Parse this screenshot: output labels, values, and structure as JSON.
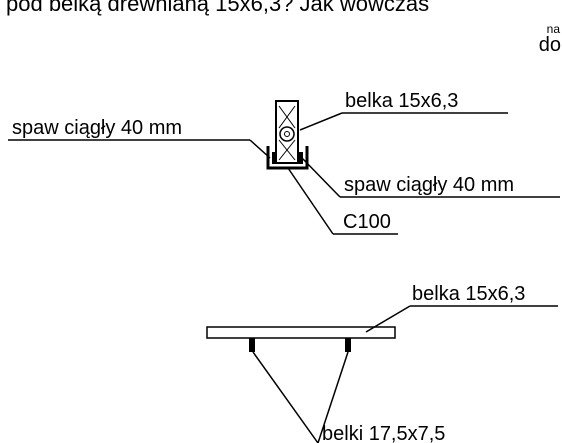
{
  "header": {
    "cut_text": "pod belką drewnianą 15x6,3? Jak wówczas",
    "side_fragment_1": "na",
    "side_fragment_2": "do"
  },
  "labels": {
    "spaw_left": "spaw ciągły 40 mm",
    "belka_top": "belka 15x6,3",
    "spaw_right": "spaw ciągły 40 mm",
    "c100": "C100",
    "belka_bottom": "belka 15x6,3",
    "belki_bottom": "belki 17,5x7,5"
  }
}
